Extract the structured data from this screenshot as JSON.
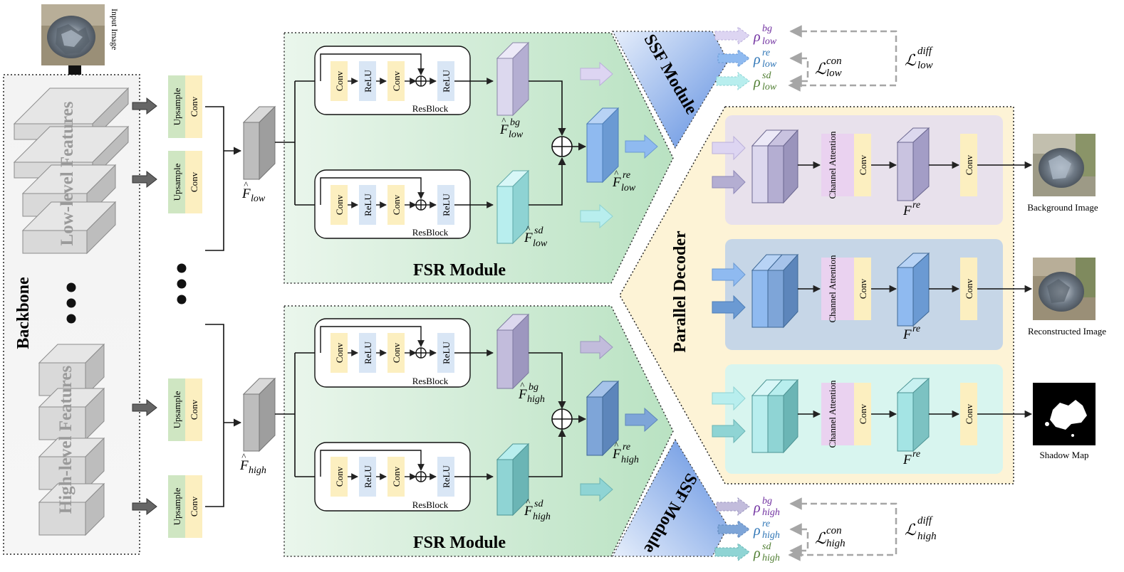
{
  "labels": {
    "input_image": "Input Image",
    "backbone": "Backbone",
    "low_level_features": "Low-level Features",
    "high_level_features": "High-level Features",
    "upsample": "Upsample",
    "conv": "Conv",
    "relu": "ReLU",
    "resblock": "ResBlock",
    "fsr_module": "FSR Module",
    "ssf_module": "SSF Module",
    "parallel_decoder": "Parallel Decoder",
    "channel_attention": "Channel Attention",
    "background_image": "Background Image",
    "reconstructed_image": "Reconstructed Image",
    "shadow_map": "Shadow Map",
    "ellipsis": "..."
  },
  "math": {
    "F": "F",
    "hat": "^",
    "low": "low",
    "high": "high",
    "bg": "bg",
    "sd": "sd",
    "re": "re",
    "rho": "ρ",
    "L": "ℒ",
    "con": "con",
    "diff": "diff"
  },
  "colors": {
    "fsr_green": "#cdebd3",
    "ssf_blue": "#7fa4e0",
    "decoder_yellow": "#fdf3d6",
    "bg_purple": "#c9c3e0",
    "re_blue": "#8fb8ea",
    "sd_teal": "#8fdede",
    "conv_yellow": "#fcefc0",
    "relu_blue": "#d9e6f5",
    "upsample_green": "#cfe6c2",
    "attention_pink": "#ead2f0",
    "rho_purple": "#7030a0",
    "rho_blue": "#2e75b6",
    "rho_green": "#507e32"
  }
}
